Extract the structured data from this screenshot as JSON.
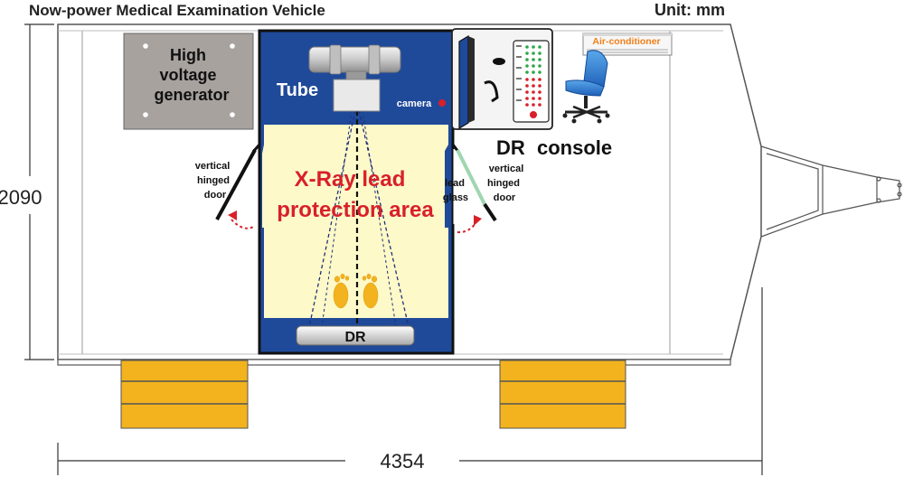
{
  "title": "Now-power Medical Examination Vehicle",
  "unit": "Unit: mm",
  "dimensions": {
    "height": "2090",
    "length": "4354"
  },
  "labels": {
    "generator_line1": "High",
    "generator_line2": "voltage",
    "generator_line3": "generator",
    "tube": "Tube",
    "camera": "camera",
    "xray_line1": "X-Ray lead",
    "xray_line2": "protection area",
    "detector": "DR",
    "lead_glass_line1": "lead",
    "lead_glass_line2": "glass",
    "left_door_line1": "vertical",
    "left_door_line2": "hinged",
    "left_door_line3": "door",
    "right_door_line1": "vertical",
    "right_door_line2": "hinged",
    "right_door_line3": "door",
    "console_dr": "DR",
    "console_word": "console",
    "air_conditioner": "Air-conditioner"
  },
  "colors": {
    "room_blue": "#1f4a9a",
    "lead_area": "#fdf9c8",
    "accent_red": "#d8202a",
    "wheel_gold": "#f2b31e",
    "generator_grey": "#a8a29e",
    "lead_glass_green": "#9fd6b0",
    "ac_orange": "#f07f1a"
  },
  "icons": [
    "feet-icon",
    "office-chair-icon",
    "monitor-icon",
    "control-panel-icon",
    "door-swing-arrow-icon"
  ]
}
